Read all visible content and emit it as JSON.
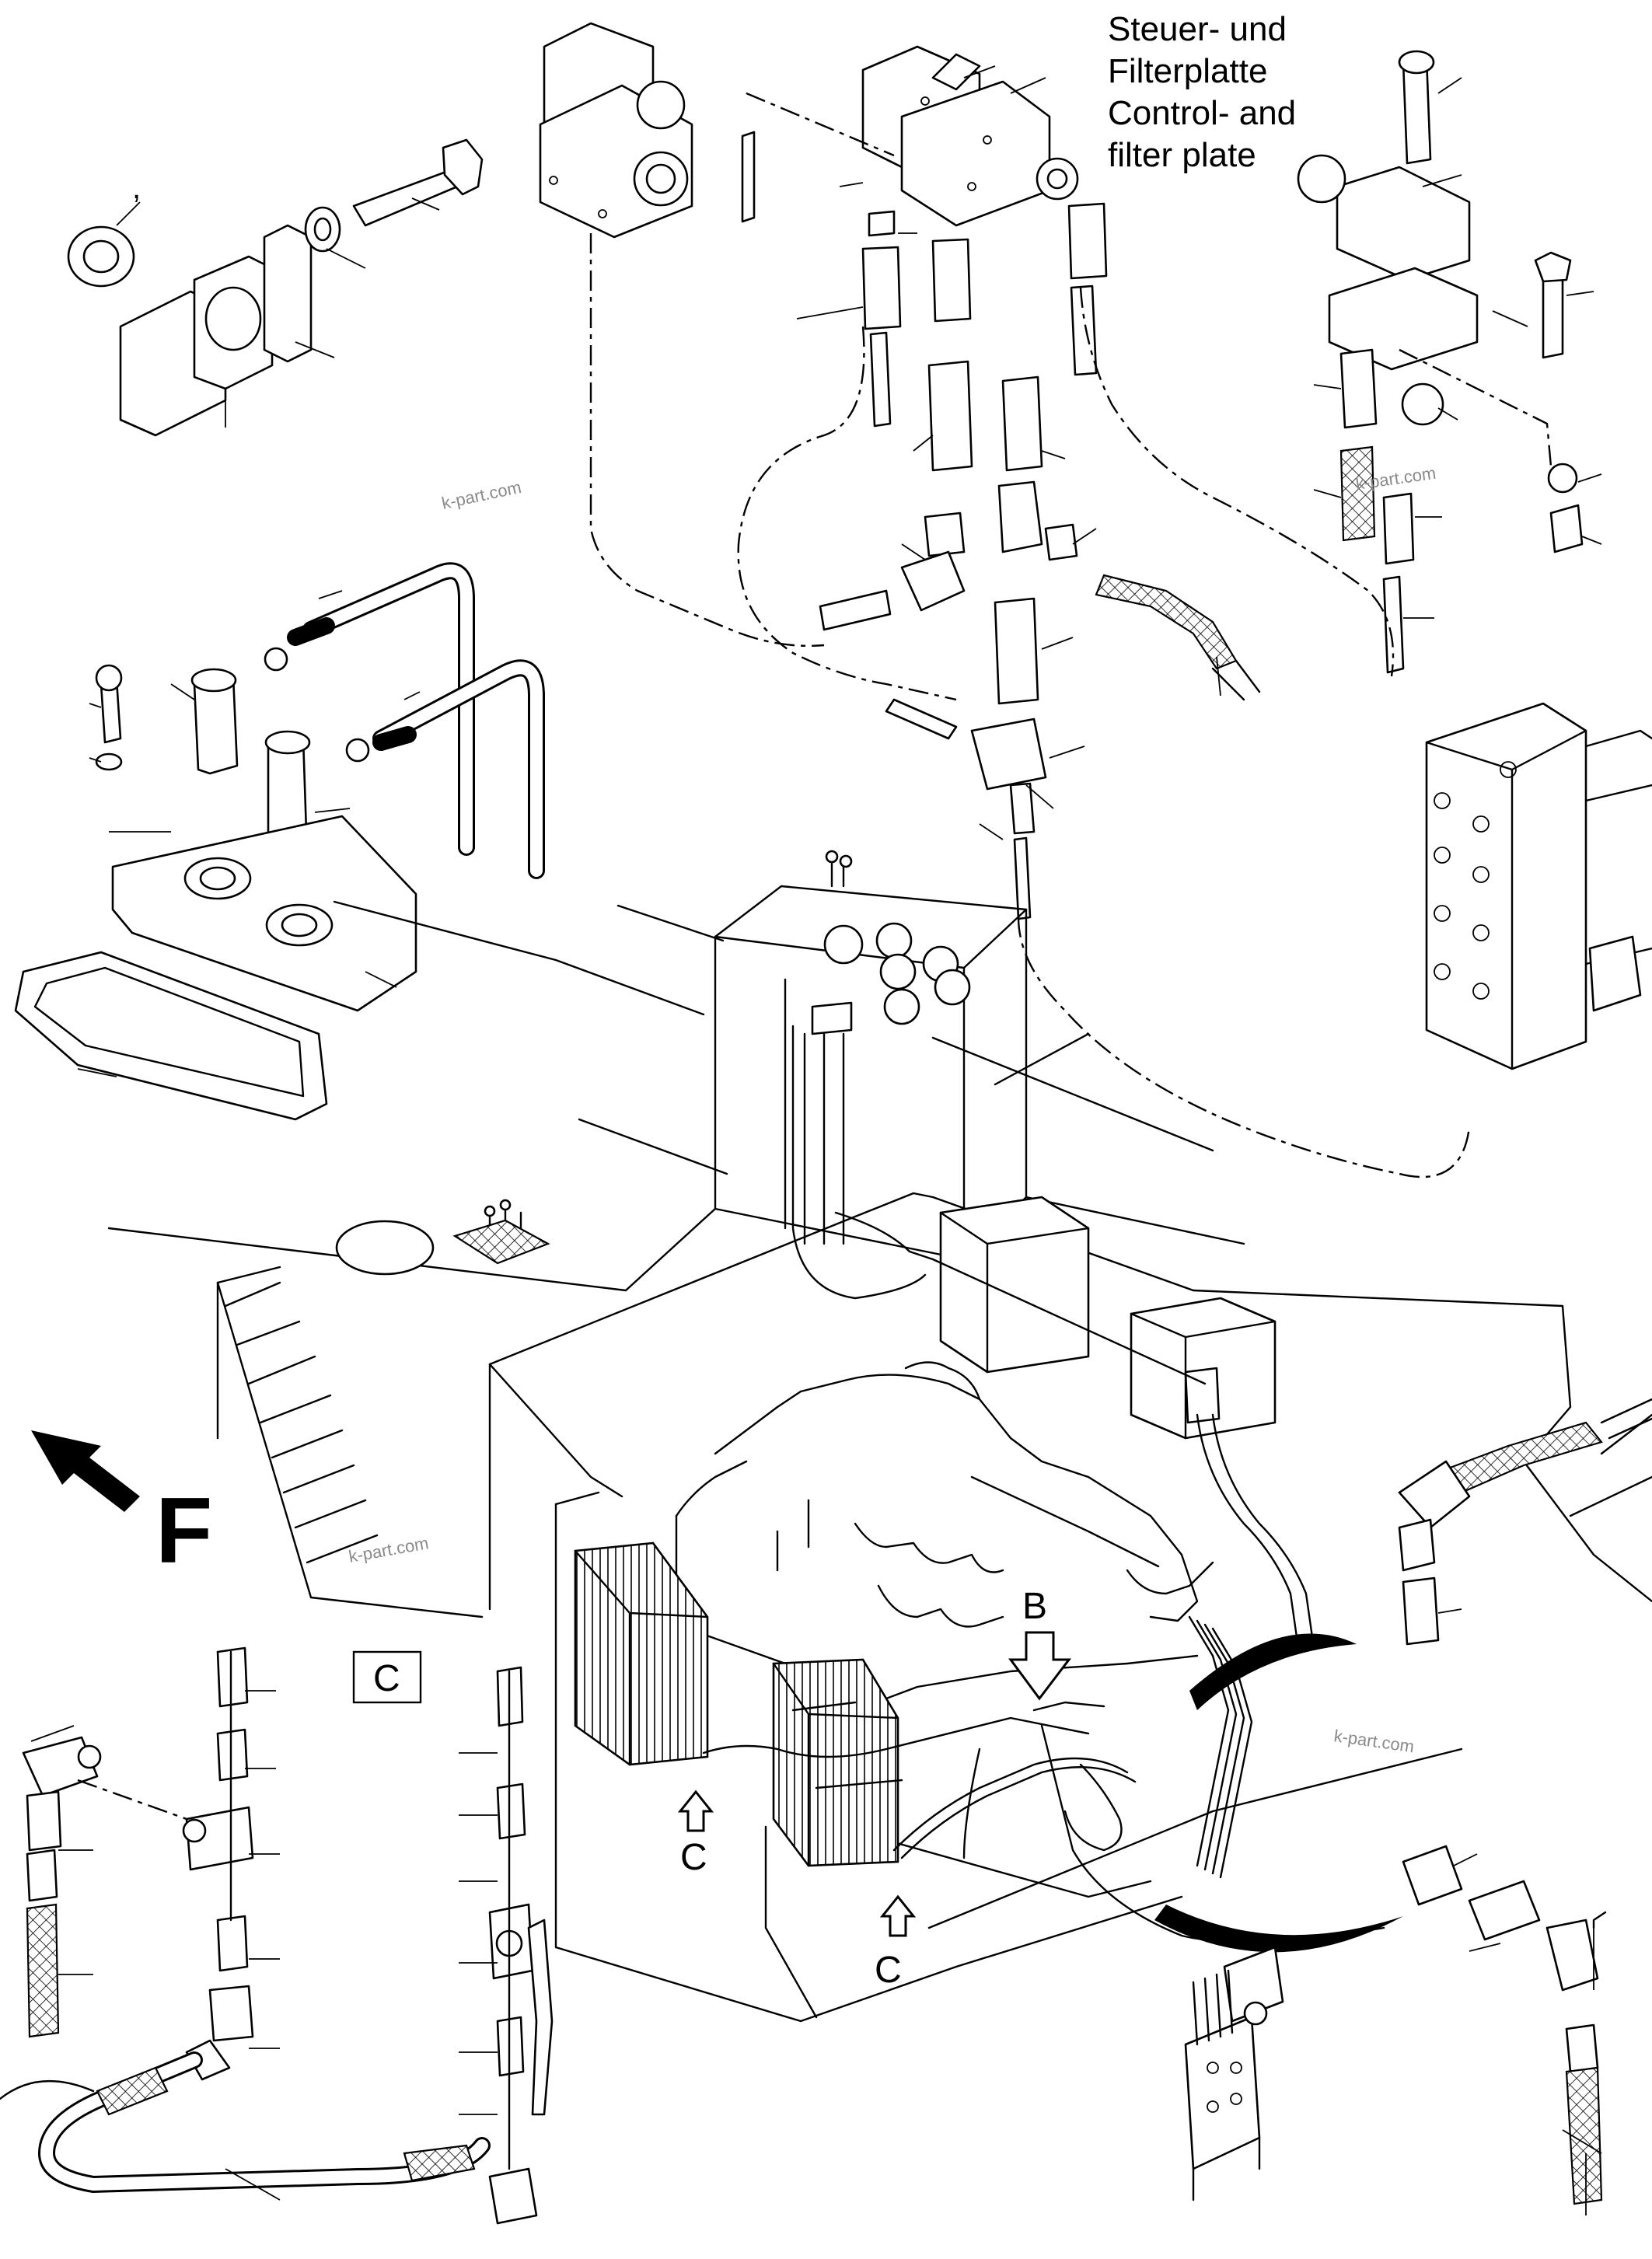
{
  "title_block": {
    "line1": "Steuer- und",
    "line2": "Filterplatte",
    "line3": "Control- and",
    "line4": "filter plate"
  },
  "markers": {
    "b_label": "B",
    "c_label_1": "C",
    "c_label_2": "C",
    "c_box_label": "C",
    "front_label": "F"
  },
  "watermarks": [
    "k-part.com",
    "k-part.com",
    "k-part.com",
    "k-part.com"
  ],
  "callout_tick": ","
}
